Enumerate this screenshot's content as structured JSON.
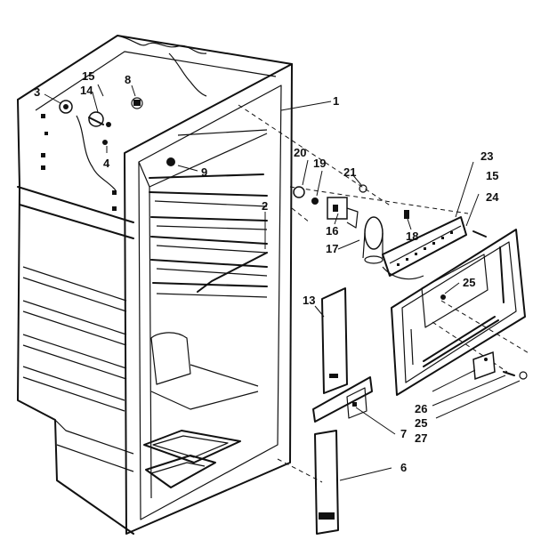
{
  "callouts": [
    {
      "id": "c1",
      "label": "1"
    },
    {
      "id": "c2",
      "label": "2"
    },
    {
      "id": "c3",
      "label": "3"
    },
    {
      "id": "c4",
      "label": "4"
    },
    {
      "id": "c6",
      "label": "6"
    },
    {
      "id": "c7",
      "label": "7"
    },
    {
      "id": "c8",
      "label": "8"
    },
    {
      "id": "c9",
      "label": "9"
    },
    {
      "id": "c13",
      "label": "13"
    },
    {
      "id": "c14",
      "label": "14"
    },
    {
      "id": "c15a",
      "label": "15"
    },
    {
      "id": "c15b",
      "label": "15"
    },
    {
      "id": "c16",
      "label": "16"
    },
    {
      "id": "c17",
      "label": "17"
    },
    {
      "id": "c18",
      "label": "18"
    },
    {
      "id": "c19",
      "label": "19"
    },
    {
      "id": "c20",
      "label": "20"
    },
    {
      "id": "c21",
      "label": "21"
    },
    {
      "id": "c23",
      "label": "23"
    },
    {
      "id": "c24",
      "label": "24"
    },
    {
      "id": "c25a",
      "label": "25"
    },
    {
      "id": "c25b",
      "label": "25"
    },
    {
      "id": "c26",
      "label": "26"
    },
    {
      "id": "c27",
      "label": "27"
    }
  ]
}
